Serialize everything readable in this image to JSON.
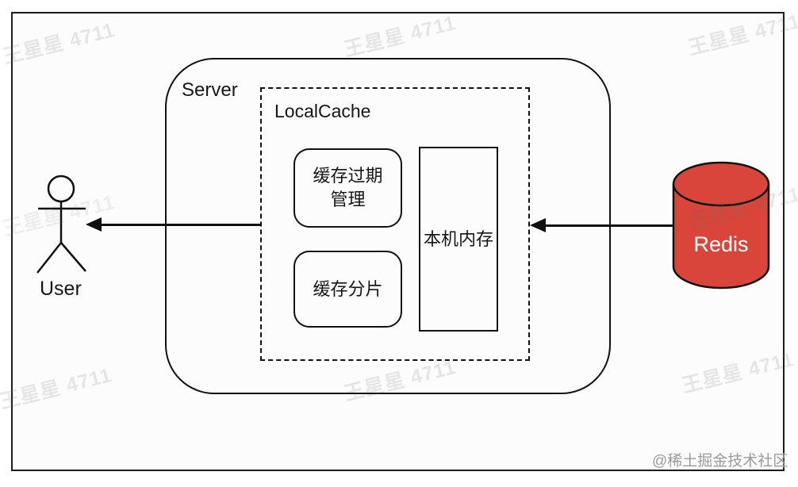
{
  "watermark": {
    "text": "王星星 4711"
  },
  "credit": {
    "text": "@稀土掘金技术社区"
  },
  "nodes": {
    "user": {
      "label": "User"
    },
    "server": {
      "label": "Server"
    },
    "localcache": {
      "label": "LocalCache"
    },
    "cache_expiry": {
      "label": "缓存过期管理"
    },
    "cache_shard": {
      "label": "缓存分片"
    },
    "local_memory": {
      "label": "本机内存"
    },
    "redis": {
      "label": "Redis",
      "fill": "#d9453a",
      "text_color": "#ffffff"
    }
  },
  "edges": [
    {
      "from": "LocalCache",
      "to": "User",
      "arrow": "left"
    },
    {
      "from": "Redis",
      "to": "LocalCache",
      "arrow": "left"
    }
  ],
  "colors": {
    "line": "#111111",
    "background": "#fcfcfc",
    "redis_red": "#d9453a"
  }
}
